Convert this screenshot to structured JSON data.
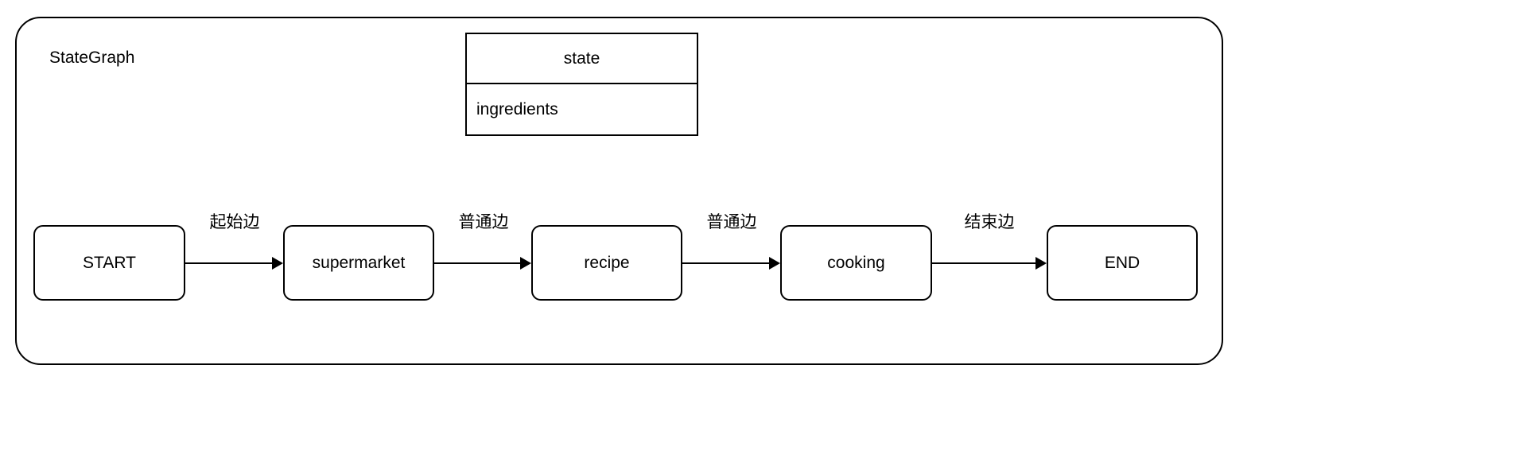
{
  "diagram": {
    "container_label": "StateGraph",
    "state_table": {
      "header": "state",
      "fields": [
        "ingredients"
      ]
    },
    "nodes": [
      {
        "id": "start",
        "label": "START"
      },
      {
        "id": "supermarket",
        "label": "supermarket"
      },
      {
        "id": "recipe",
        "label": "recipe"
      },
      {
        "id": "cooking",
        "label": "cooking"
      },
      {
        "id": "end",
        "label": "END"
      }
    ],
    "edges": [
      {
        "from": "start",
        "to": "supermarket",
        "label": "起始边"
      },
      {
        "from": "supermarket",
        "to": "recipe",
        "label": "普通边"
      },
      {
        "from": "recipe",
        "to": "cooking",
        "label": "普通边"
      },
      {
        "from": "cooking",
        "to": "end",
        "label": "结束边"
      }
    ],
    "colors": {
      "stroke": "#000000",
      "background": "#ffffff",
      "text": "#000000"
    }
  }
}
